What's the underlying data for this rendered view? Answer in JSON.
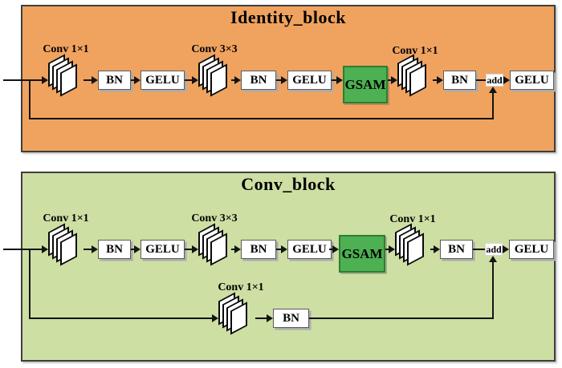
{
  "colors": {
    "identity_panel_bg": "#F0A35F",
    "conv_panel_bg": "#CDDFA3",
    "gsam_fill": "#4DB052",
    "gsam_border": "#2E7D32",
    "panel_border": "#3E3E3E",
    "line_color": "#141414",
    "box_fill": "#FFFFFF",
    "text_color": "#000000"
  },
  "panels": [
    {
      "title": "Identity_block",
      "main": {
        "conv1_label": "Conv 1×1",
        "bn1": "BN",
        "gelu1": "GELU",
        "conv2_label": "Conv 3×3",
        "bn2": "BN",
        "gelu2": "GELU",
        "gsam": "GSAM",
        "conv3_label": "Conv 1×1",
        "bn3": "BN",
        "add": "add",
        "gelu3": "GELU"
      }
    },
    {
      "title": "Conv_block",
      "main": {
        "conv1_label": "Conv 1×1",
        "bn1": "BN",
        "gelu1": "GELU",
        "conv2_label": "Conv 3×3",
        "bn2": "BN",
        "gelu2": "GELU",
        "gsam": "GSAM",
        "conv3_label": "Conv 1×1",
        "bn3": "BN",
        "add": "add",
        "gelu3": "GELU"
      },
      "skip": {
        "conv_label": "Conv 1×1",
        "bn": "BN"
      }
    }
  ]
}
